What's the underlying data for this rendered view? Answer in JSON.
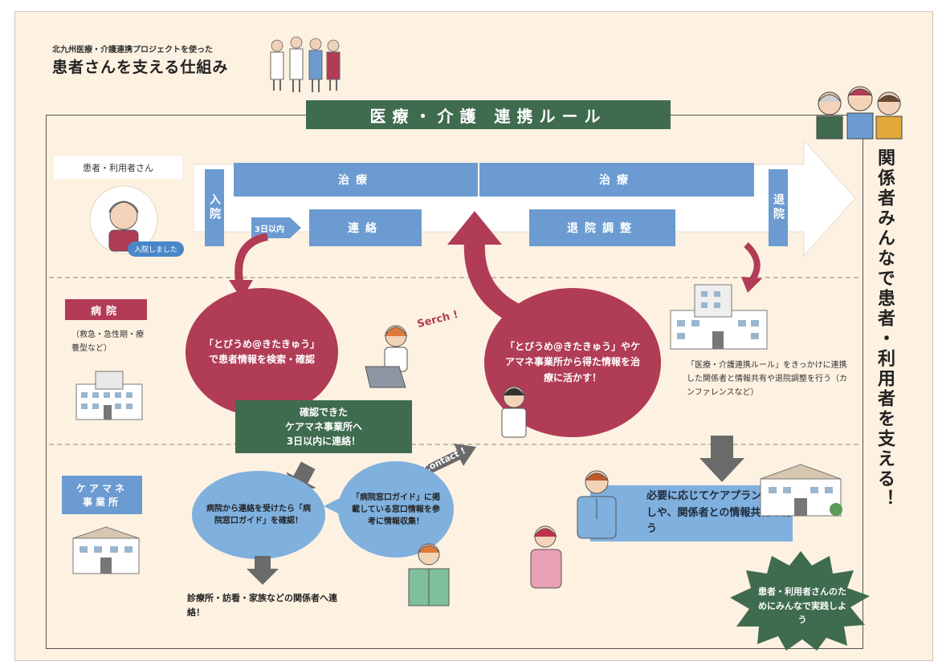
{
  "header": {
    "subtitle": "北九州医療・介護連携プロジェクトを使った",
    "title": "患者さんを支える仕組み"
  },
  "banner": "医療・介護 連携ルール",
  "patient": {
    "label": "患者・利用者さん",
    "tag": "入院しました"
  },
  "flow": {
    "admission": "入院",
    "discharge": "退院",
    "treatment_1": "治療",
    "treatment_2": "治療",
    "three_days": "3日以内",
    "contact": "連絡",
    "discharge_coordination": "退院調整"
  },
  "rows": {
    "hospital": "病院",
    "hospital_note": "（救急・急性期・療養型など）",
    "caremane_line1": "ケアマネ",
    "caremane_line2": "事業所"
  },
  "bubbles": {
    "search_info": "「とびうめ@きたきゅう」で患者情報を検索・確認",
    "use_info": "「とびうめ@きたきゅう」やケアマネ事業所から得た情報を治療に活かす！",
    "serch": "Serch !",
    "contact": "Contact !"
  },
  "green_box": {
    "line1": "確認できた",
    "line2": "ケアマネ事業所へ",
    "line3": "3日以内に連絡！"
  },
  "discharge_note": "「医療・介護連携ルール」をきっかけに連携した関係者と情報共有や退院調整を行う（カンファレンスなど）",
  "care": {
    "left_bubble": "病院から連絡を受けたら「病院窓口ガイド」を確認！",
    "right_bubble": "「病院窓口ガイド」に掲載している窓口情報を参考に情報収集！",
    "contact_others": "診療所・訪看・家族などの関係者へ連絡！",
    "plan_review": "必要に応じてケアプランの見直しや、関係者との情報共有を行う"
  },
  "right_vertical": "関係者みんなで患者・利用者を支える！",
  "star_burst": "患者・利用者さんのためにみんなで実践しよう",
  "colors": {
    "background": "#fdf1e1",
    "green": "#3f6b4e",
    "blue": "#6b9bd1",
    "crimson": "#b03c56"
  }
}
